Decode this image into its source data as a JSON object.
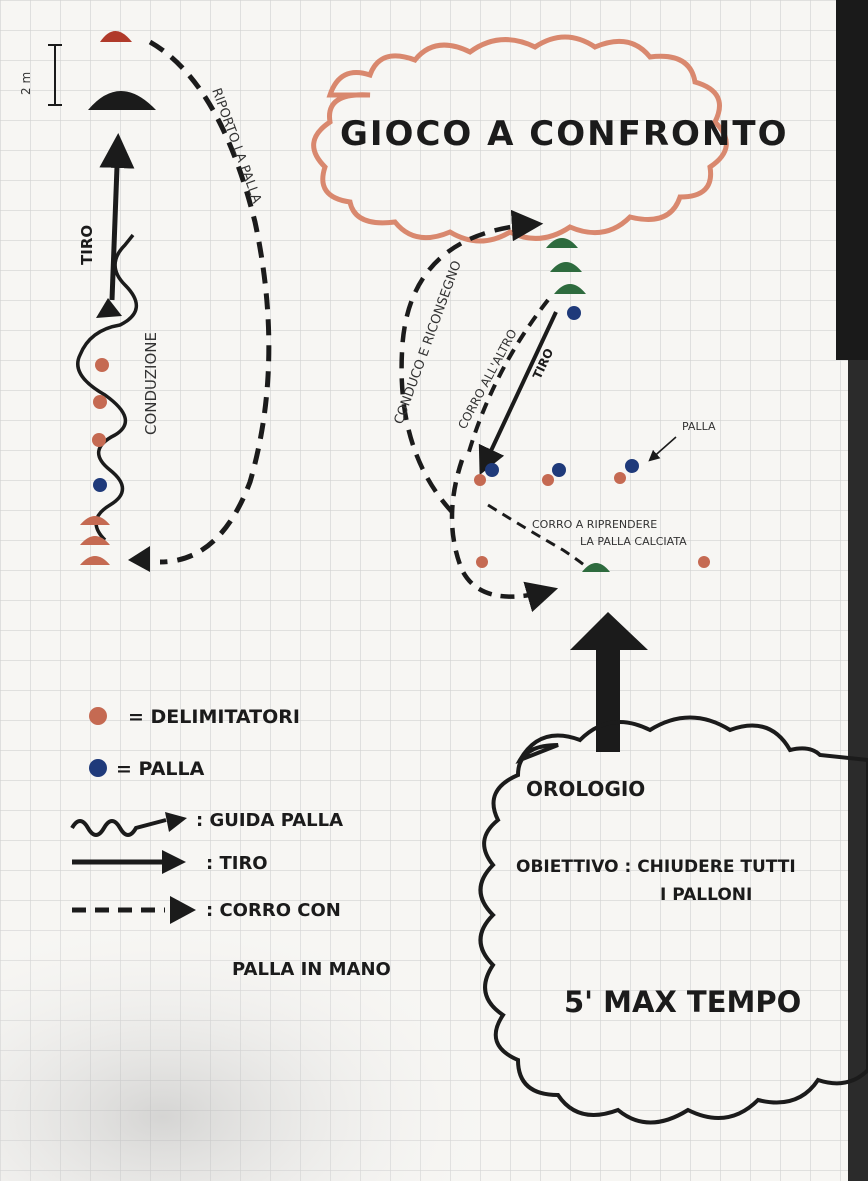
{
  "title": "GIOCO A CONFRONTO",
  "left_drill": {
    "scale_label": "2 m",
    "tiro": "TIRO",
    "conduzione": "CONDUZIONE",
    "riporto": "RIPORTO LA PALLA"
  },
  "right_drill": {
    "conduco": "CONDUCO E RICONSEGNO",
    "corro": "CORRO ALL'ALTRO",
    "tiro": "TIRO",
    "palla": "PALLA",
    "corro_riprendere_1": "CORRO A RIPRENDERE",
    "corro_riprendere_2": "LA PALLA CALCIATA"
  },
  "legend": {
    "delimitatori": "= DELIMITATORI",
    "palla": "= PALLA",
    "guida_palla": ": GUIDA PALLA",
    "tiro": ": TIRO",
    "corro_1": ": CORRO CON",
    "corro_2": "PALLA IN MANO"
  },
  "note_cloud": {
    "orologio": "OROLOGIO",
    "obiettivo_1": "OBIETTIVO : CHIUDERE TUTTI",
    "obiettivo_2": "I PALLONI",
    "tempo": "5' MAX TEMPO"
  },
  "colors": {
    "delimitatore": "#c56a52",
    "palla": "#1f3a7a",
    "cone_green": "#2e6b3e",
    "title_cloud": "#d9886e",
    "ink": "#1b1b1b",
    "grid": "#d2d2d2"
  },
  "icons": [
    "cone-icon",
    "goal-icon",
    "arrow-up-icon"
  ]
}
